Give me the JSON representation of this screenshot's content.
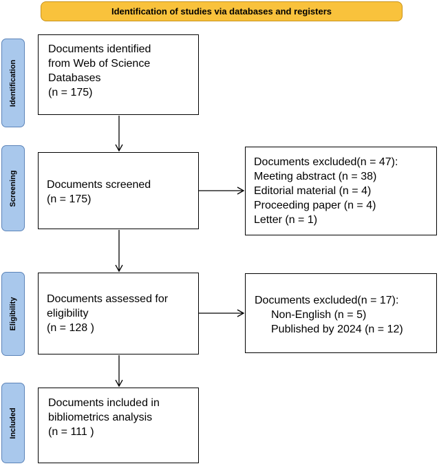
{
  "header": {
    "title": "Identification of studies via databases and registers"
  },
  "stages": [
    {
      "id": "identification",
      "label": "Identification"
    },
    {
      "id": "screening",
      "label": "Screening"
    },
    {
      "id": "eligibility",
      "label": "Eligibility"
    },
    {
      "id": "included",
      "label": "Included"
    }
  ],
  "boxes": {
    "identified": {
      "lines": [
        "Documents identified",
        "from Web of Science",
        "Databases",
        "(n = 175)"
      ]
    },
    "screened": {
      "lines": [
        "Documents screened",
        "(n = 175)"
      ]
    },
    "excluded_screening": {
      "lines": [
        "Documents excluded(n = 47):",
        "Meeting abstract (n = 38)",
        "Editorial material (n = 4)",
        "Proceeding paper (n = 4)",
        "Letter (n = 1)"
      ]
    },
    "assessed": {
      "lines": [
        "Documents assessed for",
        "eligibility",
        "(n = 128 )"
      ]
    },
    "excluded_eligibility": {
      "lines": [
        "Documents excluded(n = 17):",
        "Non-English (n = 5)",
        "Published by 2024 (n = 12)"
      ]
    },
    "included": {
      "lines": [
        "Documents included in",
        "bibliometrics analysis",
        "(n = 111 )"
      ]
    }
  },
  "colors": {
    "header_fill": "#f9c23c",
    "stage_fill": "#a9c8ec",
    "box_border": "#000000"
  }
}
